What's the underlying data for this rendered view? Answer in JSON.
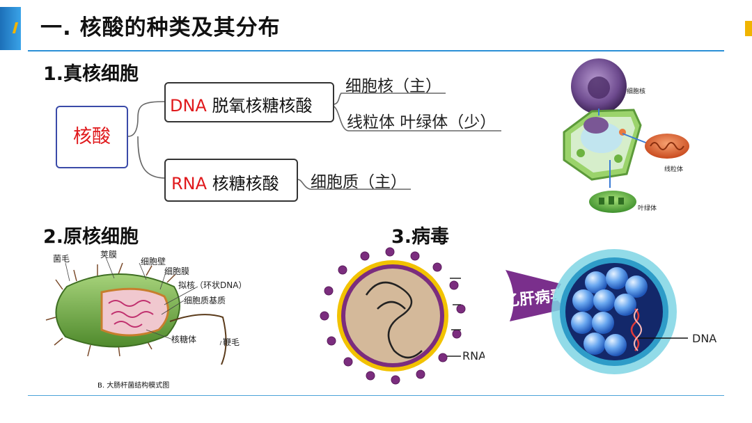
{
  "slide": {
    "title": "一. 核酸的种类及其分布",
    "accent_color": "#2a8fd6",
    "rule_color": "#2a8fd6"
  },
  "section1": {
    "heading": "1.真核细胞",
    "root": "核酸",
    "dna": {
      "abbr": "DNA",
      "name": "脱氧核糖核酸",
      "loc_main": "细胞核（主）",
      "loc_minor": "线粒体 叶绿体（少）"
    },
    "rna": {
      "abbr": "RNA",
      "name": "核糖核酸",
      "loc_main": "细胞质（主）"
    },
    "cell_labels": {
      "nucleus": "细胞核",
      "mitochondria": "线粒体",
      "chloroplast": "叶绿体"
    }
  },
  "section2": {
    "heading": "2.原核细胞",
    "labels": {
      "pili": "菌毛",
      "capsule": "荚膜",
      "cell_wall": "细胞壁",
      "membrane": "细胞膜",
      "nucleoid": "拟核（环状DNA）",
      "cytoplasm": "细胞质基质",
      "ribosome": "核糖体",
      "flagellum": "鞭毛"
    },
    "caption": "B.  大肠杆菌结构模式图"
  },
  "section3": {
    "heading": "3.病毒",
    "rna_label": "RNA",
    "hbv_label": "乙肝病毒",
    "dna_label": "DNA"
  }
}
